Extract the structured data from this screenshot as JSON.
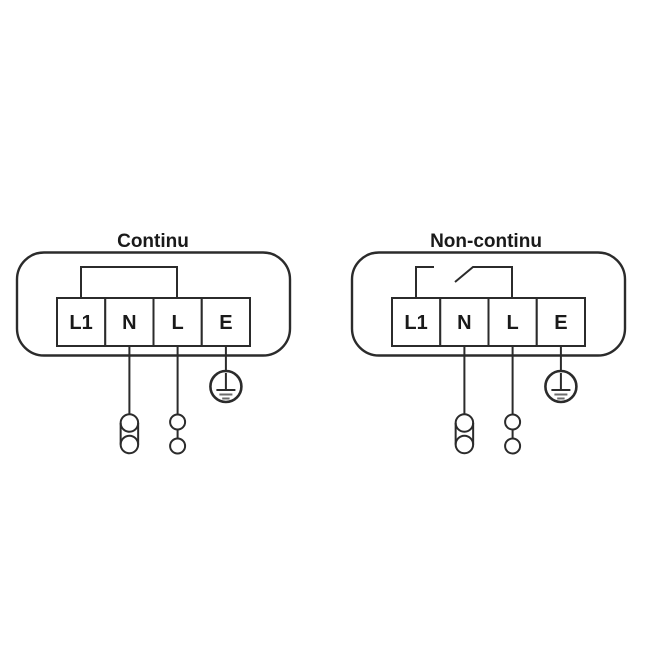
{
  "page": {
    "background": "#ffffff"
  },
  "colors": {
    "line": "#2b2b2b",
    "text": "#1a1a1a",
    "earth_bar_gray": "#6b6b6b"
  },
  "diagrams": [
    {
      "id": "continu",
      "title": "Continu",
      "jumper": "closed-link-between-L1-and-L",
      "terminals": [
        "L1",
        "N",
        "L",
        "E"
      ]
    },
    {
      "id": "non-continu",
      "title": "Non-continu",
      "jumper": "open-switch-between-L1-and-L",
      "terminals": [
        "L1",
        "N",
        "L",
        "E"
      ]
    }
  ]
}
